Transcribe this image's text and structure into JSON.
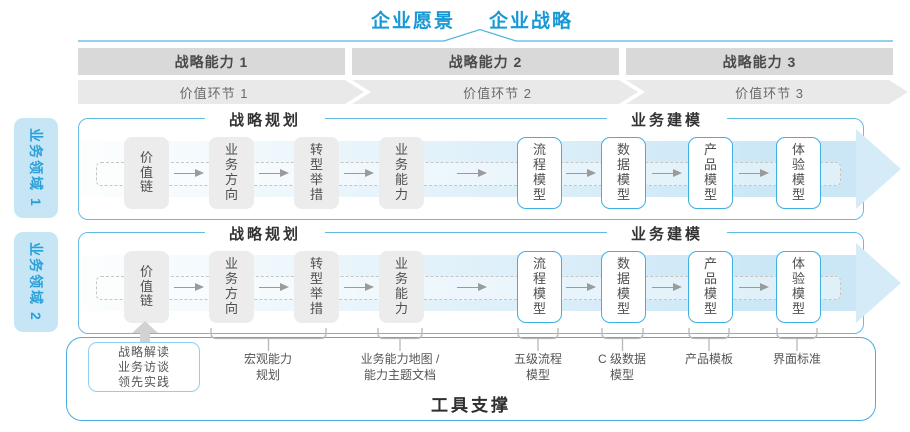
{
  "title": {
    "vision": "企业愿景",
    "strategy": "企业战略"
  },
  "capability_bars": [
    "战略能力 1",
    "战略能力 2",
    "战略能力 3"
  ],
  "value_links": [
    "价值环节 1",
    "价值环节 2",
    "价值环节 3"
  ],
  "domains": [
    "业务领域 1",
    "业务领域 2"
  ],
  "rows": [
    {
      "planning_header": "战略规划",
      "modeling_header": "业务建模",
      "gray_boxes": [
        "价值链",
        "业务方向",
        "转型举措",
        "业务能力"
      ],
      "blue_boxes": [
        "流程模型",
        "数据模型",
        "产品模型",
        "体验模型"
      ]
    },
    {
      "planning_header": "战略规划",
      "modeling_header": "业务建模",
      "gray_boxes": [
        "价值链",
        "业务方向",
        "转型举措",
        "业务能力"
      ],
      "blue_boxes": [
        "流程模型",
        "数据模型",
        "产品模型",
        "体验模型"
      ]
    }
  ],
  "practice_box": {
    "line1": "战略解读",
    "line2": "业务访谈",
    "line3": "领先实践"
  },
  "annotations": [
    {
      "line1": "宏观能力",
      "line2": "规划"
    },
    {
      "line1": "业务能力地图 /",
      "line2": "能力主题文档"
    },
    {
      "line1": "五级流程",
      "line2": "模型"
    },
    {
      "line1": "C 级数据",
      "line2": "模型"
    },
    {
      "line1": "产品模板",
      "line2": ""
    },
    {
      "line1": "界面标准",
      "line2": ""
    }
  ],
  "footer": "工具支撑",
  "colors": {
    "accent_blue": "#1899D6",
    "border_blue": "#49ACDD",
    "band_blue": "#CBE7F6",
    "sidebar_bg": "#C6E6F5",
    "bar_gray": "#D9D9D9",
    "box_gray": "#ECECEC"
  }
}
